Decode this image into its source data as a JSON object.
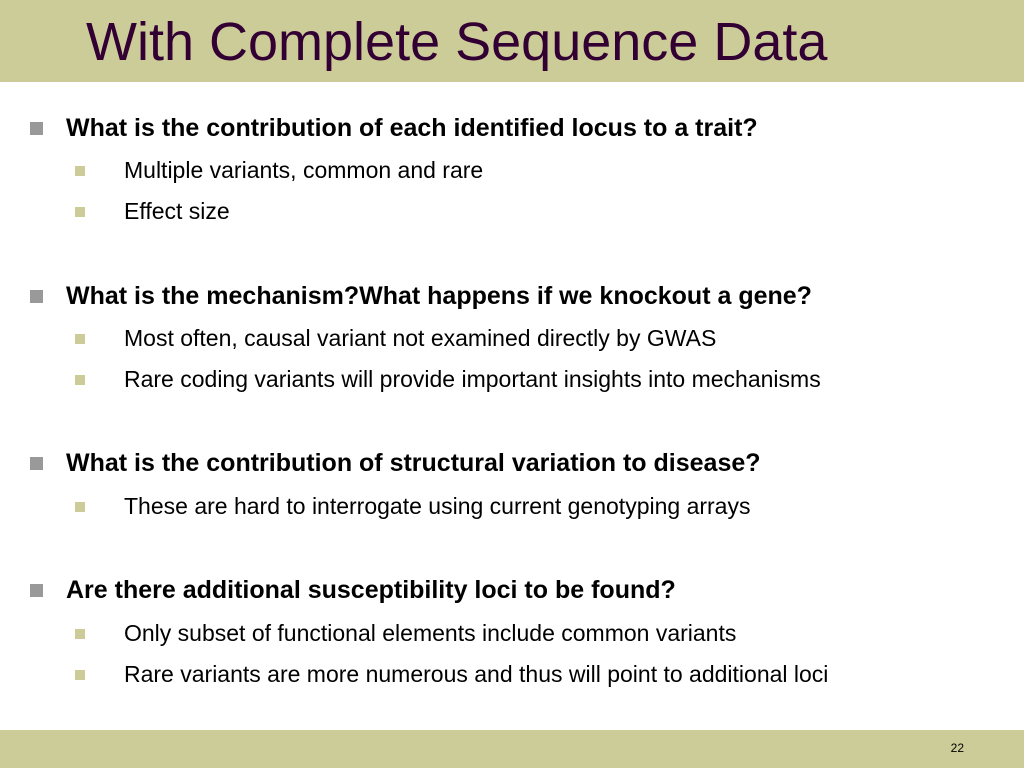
{
  "slide": {
    "title": "With Complete Sequence Data",
    "page_number": "22"
  },
  "colors": {
    "band": "#cccc99",
    "title_text": "#330033",
    "bullet_level1": "#999999",
    "bullet_level2": "#cccc99"
  },
  "bullets": [
    {
      "text": "What is the contribution of each identified locus to a trait?",
      "sub": [
        "Multiple variants, common and rare",
        "Effect size"
      ]
    },
    {
      "text": "What is the mechanism?What happens if we knockout a gene?",
      "sub": [
        "Most often, causal variant not examined directly by GWAS",
        "Rare coding variants will provide important insights into mechanisms"
      ]
    },
    {
      "text": "What is the contribution of structural variation to disease?",
      "sub": [
        "These are hard to interrogate using current genotyping arrays"
      ]
    },
    {
      "text": "Are there additional susceptibility loci to be found?",
      "sub": [
        "Only subset of functional elements include common variants",
        "Rare variants are more numerous and thus will point to additional loci"
      ]
    }
  ]
}
